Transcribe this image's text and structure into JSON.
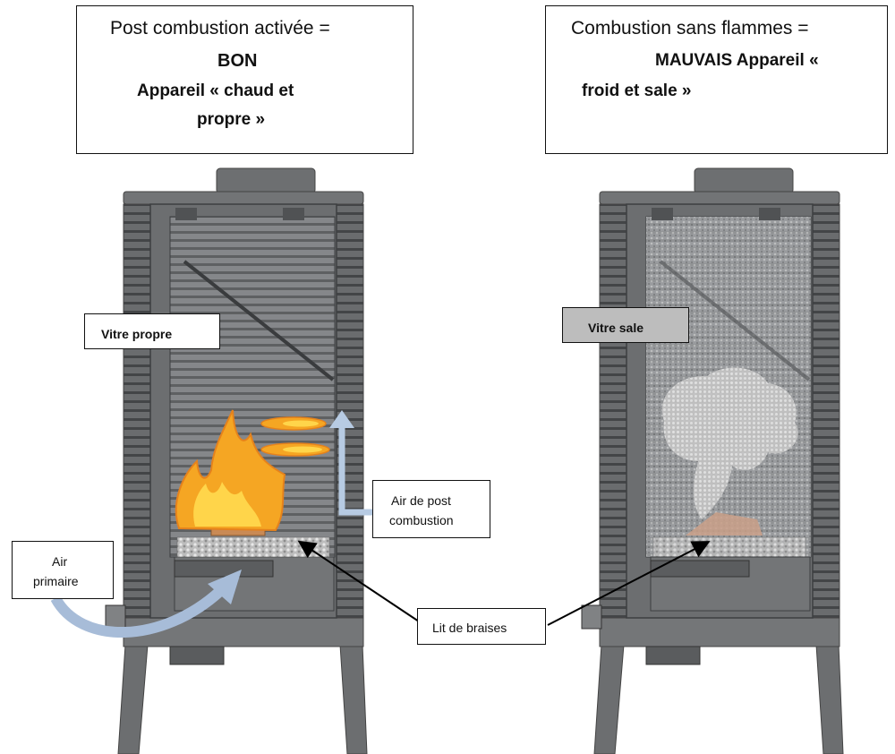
{
  "left_header": {
    "line1": "Post combustion activée =",
    "line2": "BON",
    "line3": "Appareil « chaud et",
    "line4": "propre »"
  },
  "right_header": {
    "line1": "Combustion sans flammes =",
    "line2": "MAUVAIS Appareil «",
    "line3": "froid et sale »"
  },
  "labels": {
    "vitre_propre": "Vitre propre",
    "vitre_sale": "Vitre sale",
    "air_post_line1": "Air de post",
    "air_post_line2": "combustion",
    "air_primaire_line1": "Air",
    "air_primaire_line2": "primaire",
    "lit_de_braises": "Lit de braises"
  },
  "colors": {
    "stove_body": "#6f7173",
    "stove_dark": "#4a4c4e",
    "glass_clean": "#8d8f91",
    "glass_dirty": "#a9abad",
    "flame": "#f5a623",
    "flame_core": "#ffd54a",
    "air_arrow": "#9fb6d3",
    "ember": "#d0d0d0",
    "smoke": "#bdbdbd"
  }
}
